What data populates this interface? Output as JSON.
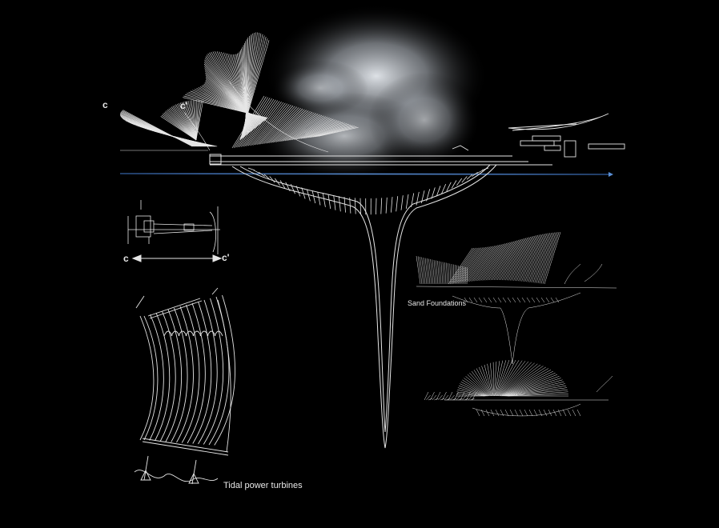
{
  "labels": {
    "section_c": "c",
    "section_c_prime": "c'",
    "sand_foundations": "Sand Foundations",
    "tidal_power_turbines": "Tidal power turbines"
  },
  "colors": {
    "background": "#000000",
    "linework": "#e6e6e6",
    "water_line": "#3f6fb0",
    "cloud": "#d8dde4"
  }
}
